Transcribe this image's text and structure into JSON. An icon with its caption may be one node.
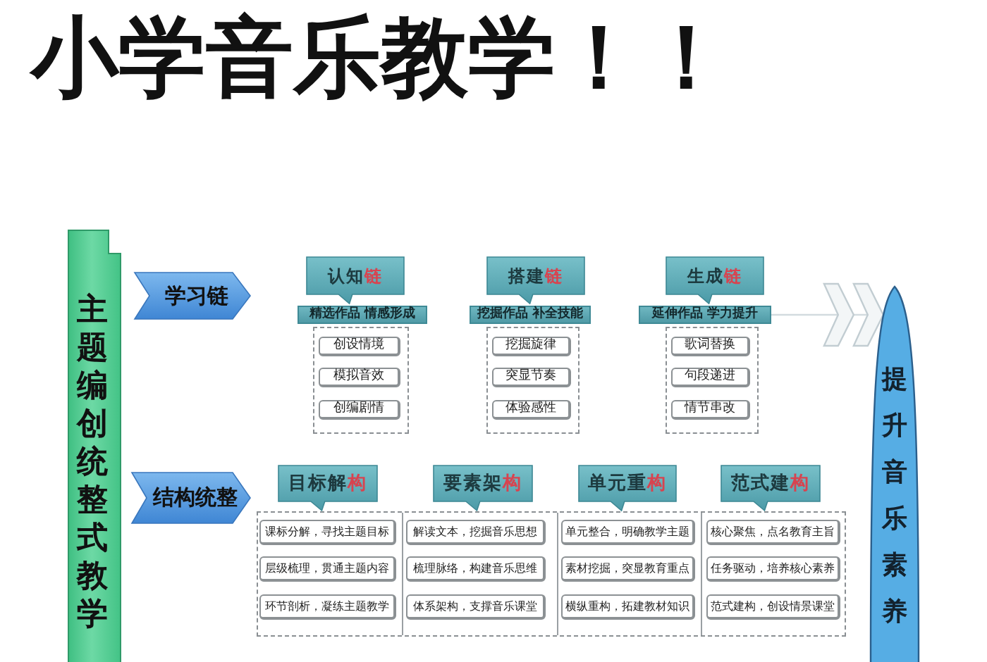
{
  "diagram": {
    "title": "小学音乐教学！！",
    "nodes": [
      {
        "text": [
          "主题编创统整式教学"
        ]
      },
      {
        "text": [
          "学习链"
        ]
      },
      {
        "text": [
          "认知链"
        ]
      },
      {
        "text": [
          "精选作品 情感形成"
        ]
      },
      {
        "text": [],
        "shape": "box"
      },
      {
        "text": [
          "创设情境"
        ],
        "in": 4
      },
      {
        "text": [
          "模拟音效"
        ],
        "in": 4
      },
      {
        "text": [
          "创编剧情"
        ],
        "in": 4
      },
      {
        "text": [
          "搭建链"
        ]
      },
      {
        "text": [
          "挖掘作品 补全技能"
        ]
      },
      {
        "text": [],
        "shape": "box"
      },
      {
        "text": [
          "挖掘旋律"
        ],
        "in": 10
      },
      {
        "text": [
          "突显节奏"
        ],
        "in": 10
      },
      {
        "text": [
          "体验感性"
        ],
        "in": 10
      },
      {
        "text": [
          "生成链"
        ]
      },
      {
        "text": [
          "延伸作品 学力提升"
        ]
      },
      {
        "text": [],
        "shape": "box"
      },
      {
        "text": [
          "歌词替换"
        ],
        "in": 16
      },
      {
        "text": [
          "句段递进"
        ],
        "in": 16
      },
      {
        "text": [
          "情节串改"
        ],
        "in": 16
      },
      {
        "text": [
          "结构统整"
        ]
      },
      {
        "text": [
          "目标解构"
        ]
      },
      {
        "text": [
          "要素架构"
        ]
      },
      {
        "text": [
          "单元重构"
        ]
      },
      {
        "text": [
          "范式建构"
        ]
      },
      {
        "text": [],
        "shape": "box"
      },
      {
        "text": [
          "课标分解，寻找主题目标"
        ],
        "in": 25
      },
      {
        "text": [
          "层级梳理，贯通主题内容"
        ],
        "in": 25
      },
      {
        "text": [
          "环节剖析，凝练主题教学"
        ],
        "in": 25
      },
      {
        "text": [
          "解读文本，挖掘音乐思想"
        ],
        "in": 25
      },
      {
        "text": [
          "梳理脉络，构建音乐思维"
        ],
        "in": 25
      },
      {
        "text": [
          "体系架构，支撑音乐课堂"
        ],
        "in": 25
      },
      {
        "text": [
          "单元整合，明确教学主题"
        ],
        "in": 25
      },
      {
        "text": [
          "素材挖掘，突显教育重点"
        ],
        "in": 25
      },
      {
        "text": [
          "横纵重构，拓建教材知识"
        ],
        "in": 25
      },
      {
        "text": [
          "核心聚焦，点名教育主旨"
        ],
        "in": 25
      },
      {
        "text": [
          "任务驱动，培养核心素养"
        ],
        "in": 25
      },
      {
        "text": [
          "范式建构，创设情景课堂"
        ],
        "in": 25
      },
      {
        "text": [
          "提升音乐素养"
        ]
      }
    ],
    "edges": [
      {
        "from": 15,
        "to": 38,
        "arrow": "to"
      }
    ]
  }
}
